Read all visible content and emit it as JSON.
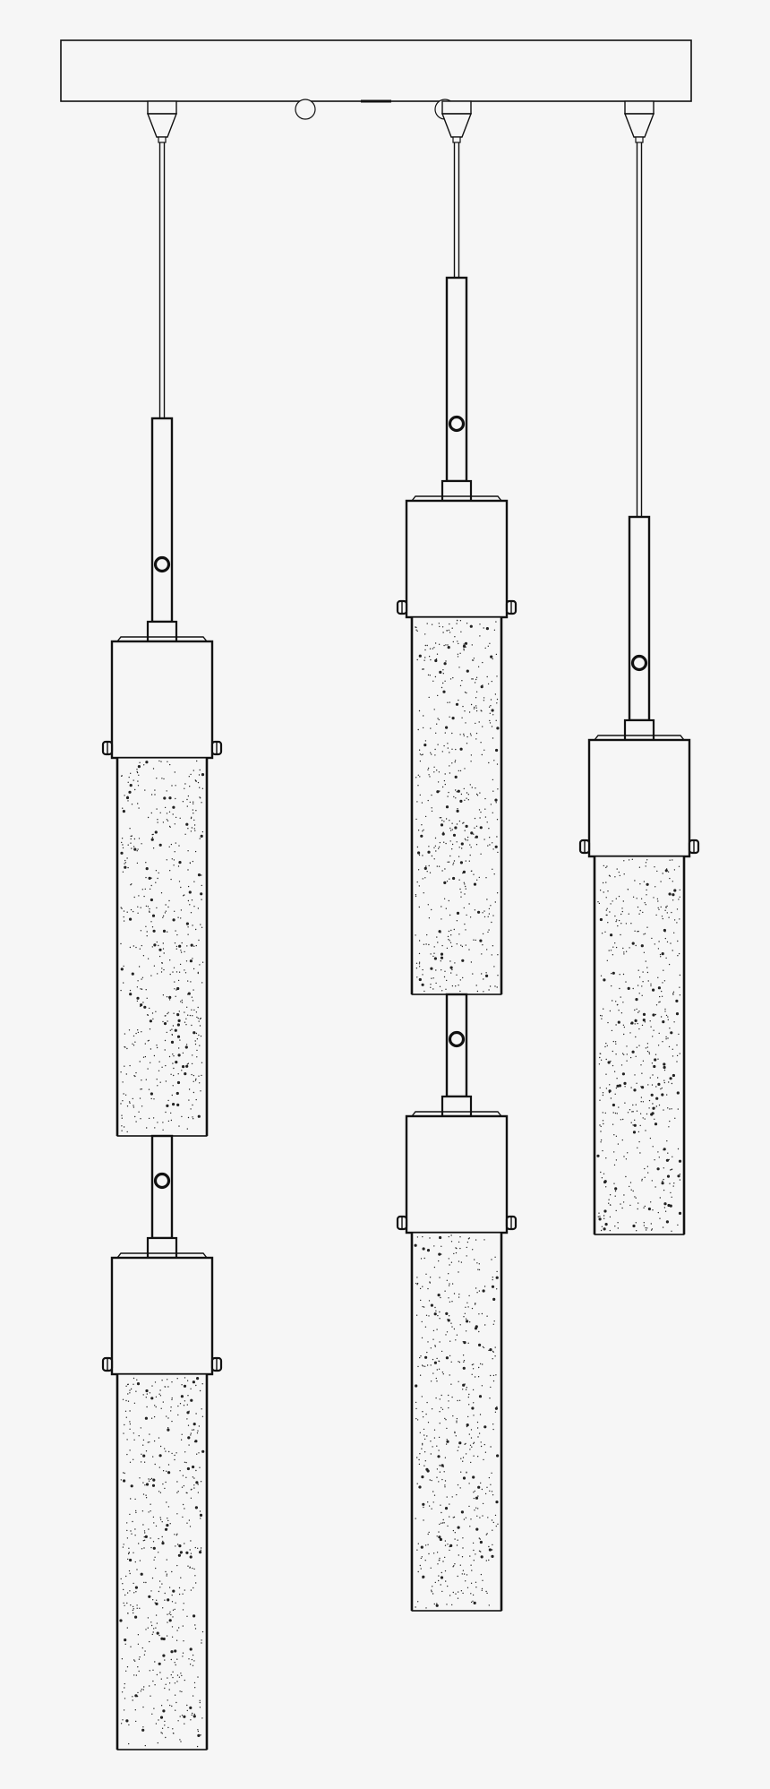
{
  "drawing": {
    "subject": "multi-pendant-light-fixture",
    "style": "line-art",
    "colors": {
      "background": "#f6f6f6",
      "line": "#111111",
      "glass": "#f6f6f6",
      "speck": "#222222"
    },
    "canopy": {
      "outlets": 3,
      "mount_holes": 2
    },
    "drops": [
      {
        "id": "drop-1",
        "tiers": 2
      },
      {
        "id": "drop-2",
        "tiers": 2
      },
      {
        "id": "drop-3",
        "tiers": 1
      }
    ],
    "glass_texture": "seeded-bubbles"
  }
}
